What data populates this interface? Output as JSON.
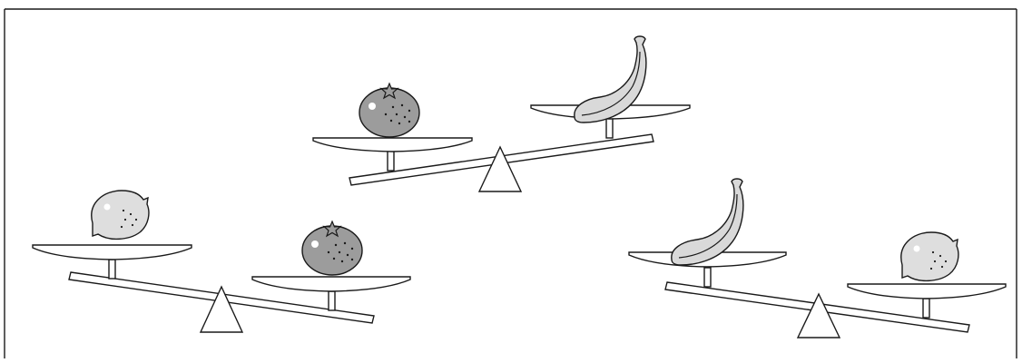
{
  "figure": {
    "frame": true,
    "scales": [
      {
        "id": "scale-top",
        "tilt": "right-side-up",
        "heavier": "orange",
        "left_fruit": "orange",
        "right_fruit": "banana"
      },
      {
        "id": "scale-bottom-left",
        "tilt": "left-side-up",
        "heavier": "orange",
        "left_fruit": "lemon",
        "right_fruit": "orange"
      },
      {
        "id": "scale-bottom-right",
        "tilt": "left-side-up",
        "heavier": "lemon",
        "left_fruit": "banana",
        "right_fruit": "lemon"
      }
    ],
    "colors": {
      "line": "#1a1a1a",
      "orange": "#9c9c9c",
      "banana": "#d9d9d9",
      "lemon": "#dedede",
      "background": "#ffffff"
    }
  }
}
